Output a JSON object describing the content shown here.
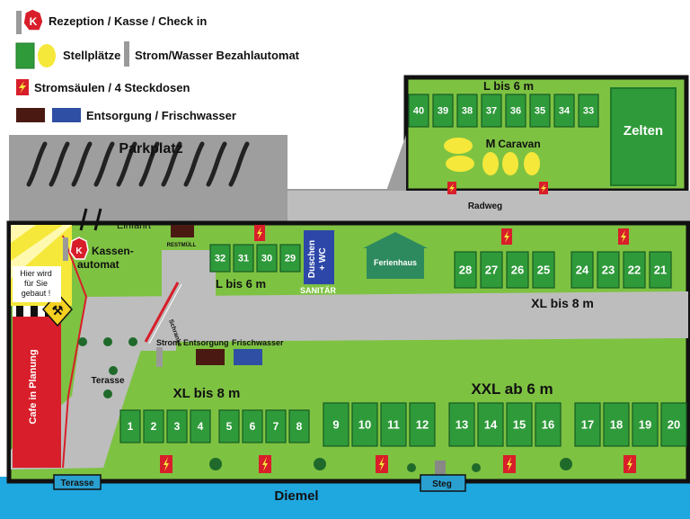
{
  "colors": {
    "grass": "#7ec242",
    "pitch": "#2f9a3a",
    "pitch_dark": "#1f7a2a",
    "road": "#bdbdbd",
    "parking": "#9e9e9e",
    "water": "#1fa7e0",
    "border": "#111111",
    "red": "#d81e2a",
    "yellow": "#f5e83a",
    "entsorgung": "#4a1a12",
    "frischwasser": "#2e4fa3",
    "sanitaer": "#2d47a8",
    "ferienhaus": "#2d8a5e",
    "strom_gray": "#9a9a9a"
  },
  "legend": {
    "rezeption": "Rezeption / Kasse / Check in",
    "stellplaetze": "Stellplätze",
    "automat": "Strom/Wasser  Bezahlautomat",
    "stromsaeulen": "Stromsäulen / 4 Steckdosen",
    "entsorgung": "Entsorgung / Frischwasser",
    "k_symbol": "K"
  },
  "labels": {
    "parkplatz": "Parkplatz",
    "zelten": "Zelten",
    "l_top": "L bis 6 m",
    "m_caravan_m": "M",
    "m_caravan": "Caravan",
    "radweg": "Radweg",
    "einfahrt": "Einfahrt",
    "restmuell": "RESTMÜLL",
    "kassen": "Kassen-",
    "automat": "automat",
    "l_mid": "L bis 6 m",
    "duschen1": "Duschen",
    "duschen2": "+ WC",
    "sanitaer": "SANITÄR",
    "ferienhaus": "Ferienhaus",
    "xl_right": "XL bis 8 m",
    "hier1": "Hier wird",
    "hier2": "für Sie",
    "hier3": "gebaut !",
    "cafe": "Cafe in Planung",
    "schranke": "Schranke",
    "strom": "Strom",
    "entsorgung": "Entsorgung",
    "frischwasser": "Frischwasser",
    "terasse_mid": "Terasse",
    "xl_left": "XL  bis 8 m",
    "xxl": "XXL  ab 6 m",
    "terasse_bottom": "Terasse",
    "steg": "Steg",
    "diemel": "Diemel"
  },
  "pitches": {
    "top_row": [
      "40",
      "39",
      "38",
      "37",
      "36",
      "35",
      "34",
      "33"
    ],
    "mid_left": [
      "32",
      "31",
      "30",
      "29"
    ],
    "mid_right_a": [
      "28",
      "27",
      "26",
      "25"
    ],
    "mid_right_b": [
      "24",
      "23",
      "22",
      "21"
    ],
    "bottom_a": [
      "1",
      "2",
      "3",
      "4"
    ],
    "bottom_b": [
      "5",
      "6",
      "7",
      "8"
    ],
    "bottom_c": [
      "9",
      "10",
      "11",
      "12"
    ],
    "bottom_d": [
      "13",
      "14",
      "15",
      "16"
    ],
    "bottom_e": [
      "17",
      "18",
      "19",
      "20"
    ]
  }
}
